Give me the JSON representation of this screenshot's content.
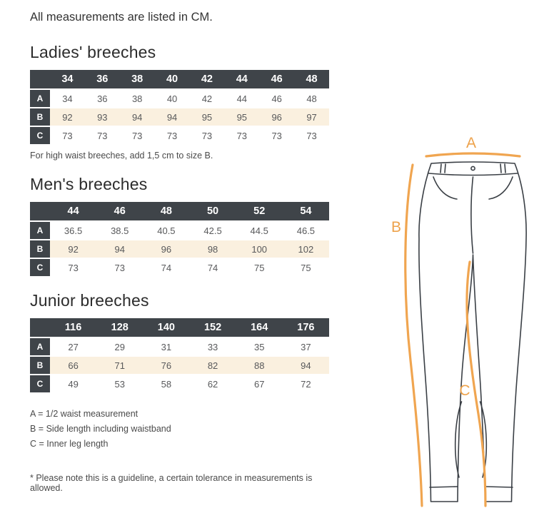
{
  "page": {
    "intro": "All measurements are listed in CM.",
    "footnote": "* Please note this is a guideline, a certain tolerance in measurements is allowed."
  },
  "tables": [
    {
      "title": "Ladies' breeches",
      "sizes": [
        "34",
        "36",
        "38",
        "40",
        "42",
        "44",
        "46",
        "48"
      ],
      "rows": [
        {
          "label": "A",
          "values": [
            "34",
            "36",
            "38",
            "40",
            "42",
            "44",
            "46",
            "48"
          ],
          "highlight": false
        },
        {
          "label": "B",
          "values": [
            "92",
            "93",
            "94",
            "94",
            "95",
            "95",
            "96",
            "97"
          ],
          "highlight": true
        },
        {
          "label": "C",
          "values": [
            "73",
            "73",
            "73",
            "73",
            "73",
            "73",
            "73",
            "73"
          ],
          "highlight": false
        }
      ],
      "note": "For high waist breeches, add 1,5 cm to size B."
    },
    {
      "title": "Men's breeches",
      "sizes": [
        "44",
        "46",
        "48",
        "50",
        "52",
        "54"
      ],
      "rows": [
        {
          "label": "A",
          "values": [
            "36.5",
            "38.5",
            "40.5",
            "42.5",
            "44.5",
            "46.5"
          ],
          "highlight": false
        },
        {
          "label": "B",
          "values": [
            "92",
            "94",
            "96",
            "98",
            "100",
            "102"
          ],
          "highlight": true
        },
        {
          "label": "C",
          "values": [
            "73",
            "73",
            "74",
            "74",
            "75",
            "75"
          ],
          "highlight": false
        }
      ],
      "note": ""
    },
    {
      "title": "Junior breeches",
      "sizes": [
        "116",
        "128",
        "140",
        "152",
        "164",
        "176"
      ],
      "rows": [
        {
          "label": "A",
          "values": [
            "27",
            "29",
            "31",
            "33",
            "35",
            "37"
          ],
          "highlight": false
        },
        {
          "label": "B",
          "values": [
            "66",
            "71",
            "76",
            "82",
            "88",
            "94"
          ],
          "highlight": true
        },
        {
          "label": "C",
          "values": [
            "49",
            "53",
            "58",
            "62",
            "67",
            "72"
          ],
          "highlight": false
        }
      ],
      "note": ""
    }
  ],
  "legend": {
    "a": "A = 1/2 waist measurement",
    "b": "B = Side length including waistband",
    "c": "C = Inner leg length"
  },
  "diagram": {
    "labels": {
      "a": "A",
      "b": "B",
      "c": "C"
    }
  },
  "colors": {
    "header_bg": "#3f4449",
    "header_text": "#ffffff",
    "highlight_row_bg": "#faf0df",
    "accent_orange": "#f0a550",
    "outline_gray": "#3a3f45",
    "body_text": "#58595b"
  }
}
